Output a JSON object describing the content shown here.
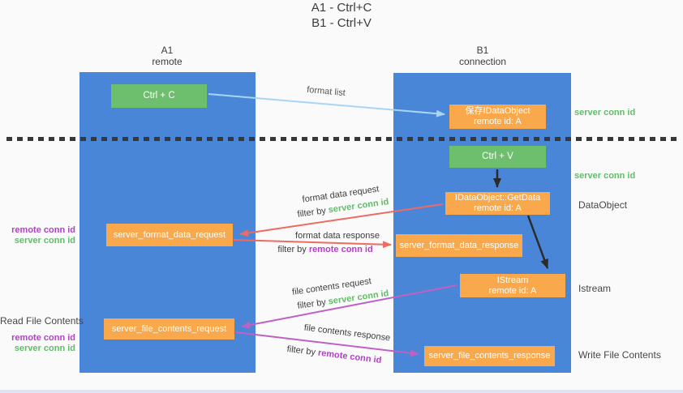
{
  "title": {
    "line1": "A1 - Ctrl+C",
    "line2": "B1 - Ctrl+V"
  },
  "columns": {
    "a1": {
      "name": "A1",
      "subtitle": "remote"
    },
    "b1": {
      "name": "B1",
      "subtitle": "connection"
    }
  },
  "nodes": {
    "ctrl_c": "Ctrl + C",
    "ctrl_v": "Ctrl + V",
    "save_idataobject": {
      "line1": "保存IDataObject",
      "line2": "remote id: A"
    },
    "getdata": {
      "line1": "IDataObject::GetData",
      "line2": "remote id: A"
    },
    "istream": {
      "line1": "IStream",
      "line2": "remote id: A"
    },
    "format_request": "server_format_data_request",
    "format_response": "server_format_data_response",
    "file_request": "server_file_contents_request",
    "file_response": "server_file_contents_response"
  },
  "flow_labels": {
    "format_list": "format list",
    "format_data_request": "format data request",
    "filter_format_request": {
      "prefix": "filter by ",
      "key": "server conn id"
    },
    "format_data_response": "format data response",
    "filter_format_response": {
      "prefix": "filter by ",
      "key": "remote conn id"
    },
    "file_contents_request": "file contents request",
    "filter_file_request": {
      "prefix": "filter by ",
      "key": "server conn id"
    },
    "file_contents_response": "file contents response",
    "filter_file_response": {
      "prefix": "filter by ",
      "key": "remote conn id"
    }
  },
  "side_labels": {
    "right": {
      "server_conn_id_top": "server conn id",
      "server_conn_id_mid": "server conn id",
      "dataobject": "DataObject",
      "istream": "Istream",
      "write_file_contents": "Write File Contents"
    },
    "left": {
      "remote_conn_id_top": "remote conn id",
      "server_conn_id_top": "server conn id",
      "read_file_contents": "Read File Contents",
      "remote_conn_id_bottom": "remote conn id",
      "server_conn_id_bottom": "server conn id"
    }
  },
  "colors": {
    "column_blue": "#4a86d8",
    "node_green": "#6dbf6d",
    "node_orange": "#f9a84c",
    "arrow_blue": "#a9d5f5",
    "arrow_red": "#ef6a60",
    "arrow_magenta": "#c060c4",
    "arrow_black": "#2b2b2b",
    "text_green": "#5fbd68",
    "text_purple": "#b23fc6",
    "divider_dark": "#383838"
  }
}
